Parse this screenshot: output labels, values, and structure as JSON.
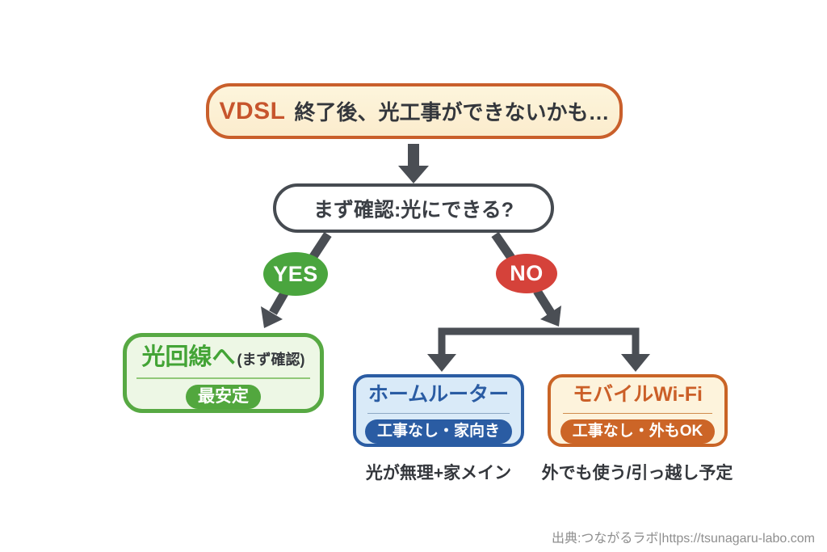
{
  "colors": {
    "arrow": "#4a4e54",
    "alert_orange": "#c95f2b",
    "yes_green": "#4aa53e",
    "no_red": "#d5423a",
    "fiber_green": "#57a943",
    "router_blue": "#2a5ca3",
    "wifi_orange": "#cc6527"
  },
  "title_box": {
    "highlight": "VDSL",
    "text": "終了後、光工事ができないかも…"
  },
  "question_box": {
    "text": "まず確認:光にできる?"
  },
  "branches": {
    "yes": "YES",
    "no": "NO"
  },
  "options": {
    "fiber": {
      "title": "光回線へ",
      "note": "(まず確認)",
      "badge": "最安定"
    },
    "home_router": {
      "title": "ホームルーター",
      "badge": "工事なし・家向き",
      "caption": "光が無理+家メイン"
    },
    "mobile_wifi": {
      "title": "モバイルWi-Fi",
      "badge": "工事なし・外もOK",
      "caption": "外でも使う/引っ越し予定"
    }
  },
  "footer": {
    "source": "出典:つながるラボ|https://tsunagaru-labo.com"
  }
}
